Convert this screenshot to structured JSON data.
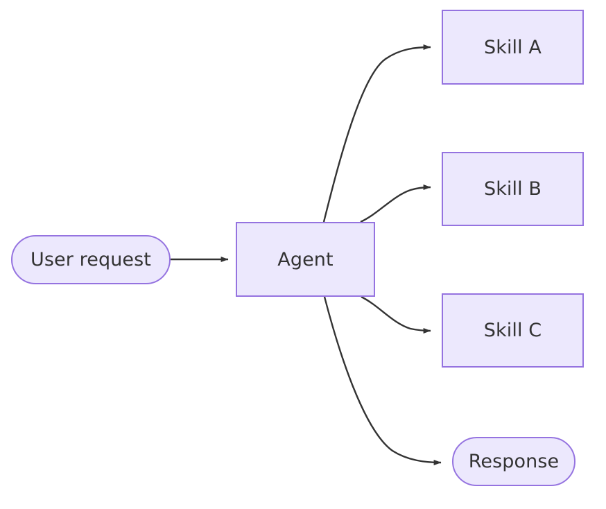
{
  "diagram": {
    "type": "flowchart",
    "direction": "left-to-right",
    "background_color": "#ffffff",
    "node_fill_color": "#ece8fd",
    "node_border_color": "#9573e0",
    "node_text_color": "#333333",
    "edge_color": "#333333",
    "nodes": [
      {
        "id": "user-request",
        "label": "User request",
        "shape": "stadium"
      },
      {
        "id": "agent",
        "label": "Agent",
        "shape": "rectangle"
      },
      {
        "id": "skill-a",
        "label": "Skill A",
        "shape": "rectangle"
      },
      {
        "id": "skill-b",
        "label": "Skill B",
        "shape": "rectangle"
      },
      {
        "id": "skill-c",
        "label": "Skill C",
        "shape": "rectangle"
      },
      {
        "id": "response",
        "label": "Response",
        "shape": "stadium"
      }
    ],
    "edges": [
      {
        "id": "user-request-to-agent",
        "from": "user-request",
        "to": "agent",
        "label": "",
        "style": "straight-arrow"
      },
      {
        "id": "agent-to-skill-a",
        "from": "agent",
        "to": "skill-a",
        "label": "",
        "style": "curved-arrow"
      },
      {
        "id": "agent-to-skill-b",
        "from": "agent",
        "to": "skill-b",
        "label": "",
        "style": "curved-arrow"
      },
      {
        "id": "agent-to-skill-c",
        "from": "agent",
        "to": "skill-c",
        "label": "",
        "style": "curved-arrow"
      },
      {
        "id": "agent-to-response",
        "from": "agent",
        "to": "response",
        "label": "",
        "style": "curved-arrow"
      }
    ]
  }
}
